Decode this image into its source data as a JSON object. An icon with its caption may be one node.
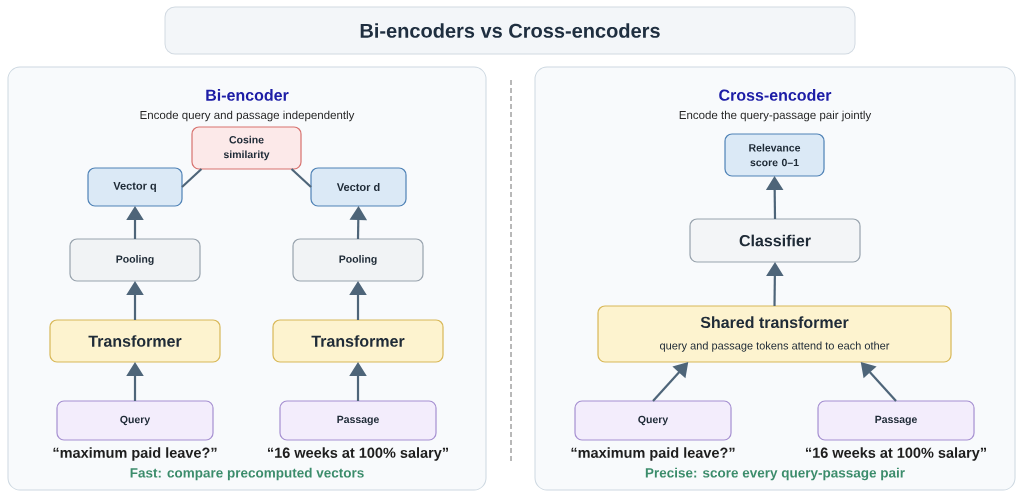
{
  "diagram": {
    "title": "Bi-encoders vs Cross-encoders",
    "nodes": [
      {
        "text": [
          "Bi-encoder",
          "Encode query and passage independently",
          "Fast: compare precomputed vectors"
        ]
      },
      {
        "text": [
          "Cosine similarity"
        ],
        "in": 0
      },
      {
        "text": [
          "Vector q"
        ],
        "in": 0
      },
      {
        "text": [
          "Vector d"
        ],
        "in": 0
      },
      {
        "text": [
          "Pooling"
        ],
        "in": 0
      },
      {
        "text": [
          "Pooling"
        ],
        "in": 0
      },
      {
        "text": [
          "Transformer"
        ],
        "in": 0
      },
      {
        "text": [
          "Transformer"
        ],
        "in": 0
      },
      {
        "text": [
          "Query"
        ],
        "in": 0,
        "beside": [
          "“maximum paid leave?”"
        ]
      },
      {
        "text": [
          "Passage"
        ],
        "in": 0,
        "beside": [
          "“16 weeks at 100% salary”"
        ]
      },
      {
        "text": [
          "Cross-encoder",
          "Encode the query-passage pair jointly",
          "Precise: score every query-passage pair"
        ]
      },
      {
        "text": [
          "Relevance score 0–1"
        ],
        "in": 10
      },
      {
        "text": [
          "Classifier"
        ],
        "in": 10
      },
      {
        "text": [
          "Shared transformer",
          "query and passage tokens attend to each other"
        ],
        "in": 10
      },
      {
        "text": [
          "Query"
        ],
        "in": 10,
        "beside": [
          "“maximum paid leave?”"
        ]
      },
      {
        "text": [
          "Passage"
        ],
        "in": 10,
        "beside": [
          "“16 weeks at 100% salary”"
        ]
      }
    ],
    "edges": [
      {
        "from": 2,
        "to": 1,
        "arrow": "none"
      },
      {
        "from": 3,
        "to": 1,
        "arrow": "none"
      },
      {
        "from": 4,
        "to": 2,
        "arrow": "to"
      },
      {
        "from": 5,
        "to": 3,
        "arrow": "to"
      },
      {
        "from": 6,
        "to": 4,
        "arrow": "to"
      },
      {
        "from": 7,
        "to": 5,
        "arrow": "to"
      },
      {
        "from": 8,
        "to": 6,
        "arrow": "to"
      },
      {
        "from": 9,
        "to": 7,
        "arrow": "to"
      },
      {
        "from": 12,
        "to": 11,
        "arrow": "to"
      },
      {
        "from": 13,
        "to": 12,
        "arrow": "to"
      },
      {
        "from": 14,
        "to": 13,
        "arrow": "to"
      },
      {
        "from": 15,
        "to": 13,
        "arrow": "to"
      }
    ]
  }
}
